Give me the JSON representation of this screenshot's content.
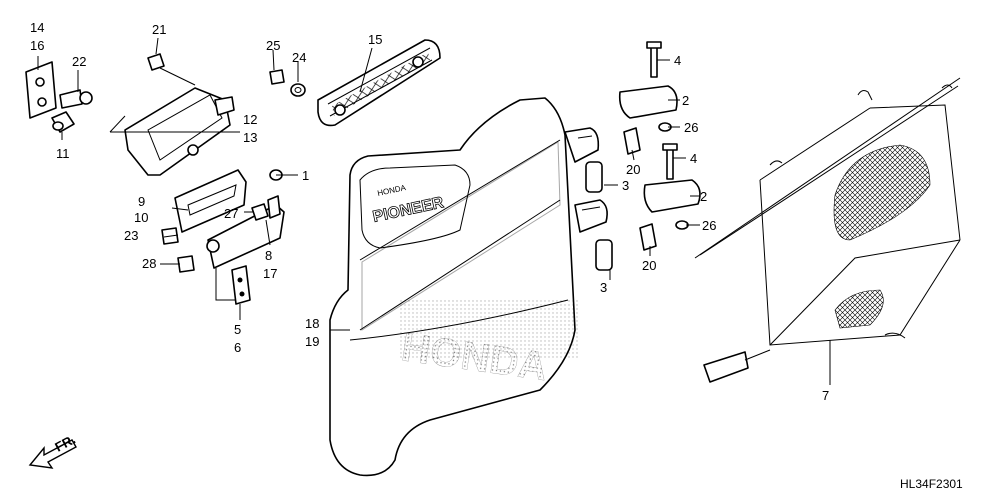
{
  "diagram_code": "HL34F2301",
  "direction_label": "FR.",
  "callouts": [
    {
      "id": "c1",
      "text": "1"
    },
    {
      "id": "c2a",
      "text": "2"
    },
    {
      "id": "c2b",
      "text": "2"
    },
    {
      "id": "c3a",
      "text": "3"
    },
    {
      "id": "c3b",
      "text": "3"
    },
    {
      "id": "c4a",
      "text": "4"
    },
    {
      "id": "c4b",
      "text": "4"
    },
    {
      "id": "c5",
      "text": "5"
    },
    {
      "id": "c6",
      "text": "6"
    },
    {
      "id": "c7",
      "text": "7"
    },
    {
      "id": "c8",
      "text": "8"
    },
    {
      "id": "c9",
      "text": "9"
    },
    {
      "id": "c10",
      "text": "10"
    },
    {
      "id": "c11",
      "text": "11"
    },
    {
      "id": "c12",
      "text": "12"
    },
    {
      "id": "c13",
      "text": "13"
    },
    {
      "id": "c14",
      "text": "14"
    },
    {
      "id": "c15",
      "text": "15"
    },
    {
      "id": "c16",
      "text": "16"
    },
    {
      "id": "c17",
      "text": "17"
    },
    {
      "id": "c18",
      "text": "18"
    },
    {
      "id": "c19",
      "text": "19"
    },
    {
      "id": "c20a",
      "text": "20"
    },
    {
      "id": "c20b",
      "text": "20"
    },
    {
      "id": "c21",
      "text": "21"
    },
    {
      "id": "c22",
      "text": "22"
    },
    {
      "id": "c23",
      "text": "23"
    },
    {
      "id": "c24",
      "text": "24"
    },
    {
      "id": "c25",
      "text": "25"
    },
    {
      "id": "c26a",
      "text": "26"
    },
    {
      "id": "c26b",
      "text": "26"
    },
    {
      "id": "c27",
      "text": "27"
    },
    {
      "id": "c28",
      "text": "28"
    }
  ]
}
